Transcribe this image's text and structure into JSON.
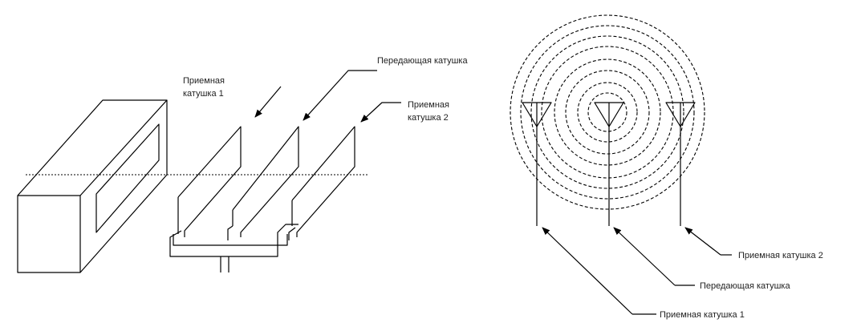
{
  "labels": {
    "left_receiver_1_line1": "Приемная",
    "left_receiver_1_line2": "катушка 1",
    "left_transmitter": "Передающая катушка",
    "left_receiver_2_line1": "Приемная",
    "left_receiver_2_line2": "катушка 2",
    "right_receiver_2": "Приемная катушка 2",
    "right_transmitter": "Передающая катушка",
    "right_receiver_1": "Приемная катушка 1"
  },
  "colors": {
    "line": "#000000",
    "text": "#222222",
    "background": "#ffffff"
  }
}
